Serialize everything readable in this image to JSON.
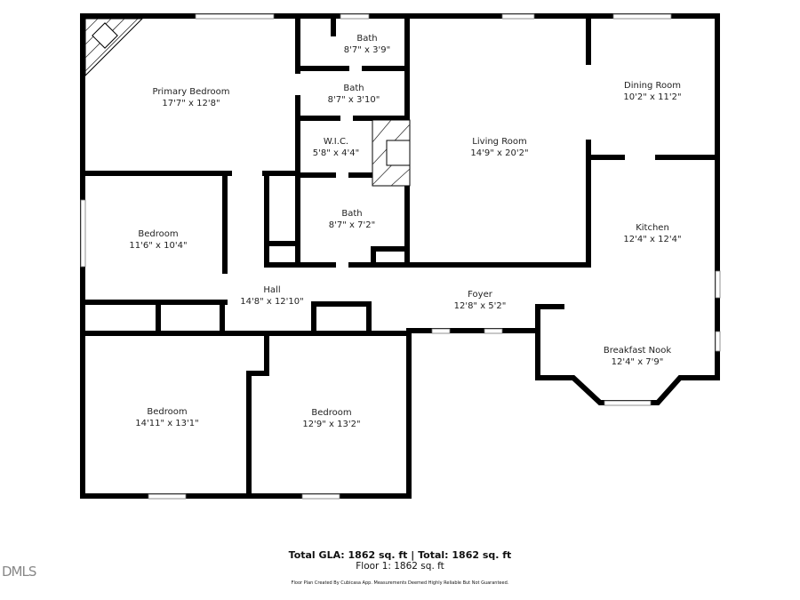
{
  "rooms": [
    {
      "name": "Primary Bedroom",
      "size": "17'7\" x 12'8\""
    },
    {
      "name": "Bath",
      "size": "8'7\" x 3'9\""
    },
    {
      "name": "Bath",
      "size": "8'7\" x 3'10\""
    },
    {
      "name": "W.I.C.",
      "size": "5'8\" x 4'4\""
    },
    {
      "name": "Living Room",
      "size": "14'9\" x 20'2\""
    },
    {
      "name": "Dining Room",
      "size": "10'2\" x 11'2\""
    },
    {
      "name": "Bedroom",
      "size": "11'6\" x 10'4\""
    },
    {
      "name": "Bath",
      "size": "8'7\" x 7'2\""
    },
    {
      "name": "Kitchen",
      "size": "12'4\" x 12'4\""
    },
    {
      "name": "Hall",
      "size": "14'8\" x 12'10\""
    },
    {
      "name": "Foyer",
      "size": "12'8\" x 5'2\""
    },
    {
      "name": "Breakfast Nook",
      "size": "12'4\" x 7'9\""
    },
    {
      "name": "Bedroom",
      "size": "14'11\" x 13'1\""
    },
    {
      "name": "Bedroom",
      "size": "12'9\" x 13'2\""
    }
  ],
  "summary": {
    "total": "Total GLA: 1862 sq. ft | Total: 1862 sq. ft",
    "floor1": "Floor 1: 1862 sq. ft",
    "credit": "Floor Plan Created By Cubicasa App. Measurements Deemed Highly Reliable But Not Guaranteed."
  },
  "logo": "DMLS"
}
